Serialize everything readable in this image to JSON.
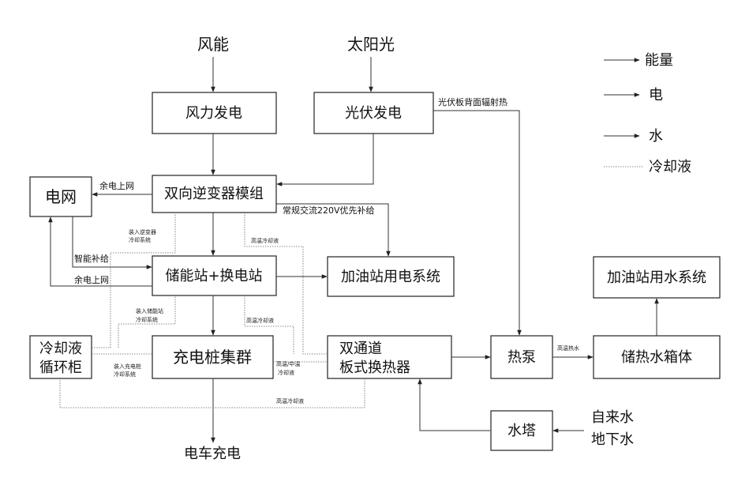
{
  "sources": {
    "wind": "风能",
    "sun": "太阳光",
    "tap_water": "自来水",
    "ground_water": "地下水",
    "ev_charging": "电车充电"
  },
  "boxes": {
    "wind_power": "风力发电",
    "pv_power": "光伏发电",
    "inverter": "双向逆变器模组",
    "grid": "电网",
    "storage_swap": "储能站+换电站",
    "station_power": "加油站用电系统",
    "station_water": "加油站用水系统",
    "cooling_cabinet_line1": "冷却液",
    "cooling_cabinet_line2": "循环柜",
    "charger_cluster": "充电桩集群",
    "heat_exchanger_line1": "双通道",
    "heat_exchanger_line2": "板式换热器",
    "heat_pump": "热泵",
    "storage_tank": "储热水箱体",
    "water_tower": "水塔"
  },
  "labels": {
    "pv_back_heat": "光伏板背面辐射热",
    "surplus_to_grid_1": "余电上网",
    "smart_supply": "智能补给",
    "surplus_to_grid_2": "余电上网",
    "ac_220v": "常规交流220V优先补给",
    "into_inverter_cooling_1": "装入逆变器",
    "into_inverter_cooling_2": "冷却系统",
    "into_storage_cooling_1": "装入储能站",
    "into_storage_cooling_2": "冷却系统",
    "into_charger_cooling_1": "装入充电桩",
    "into_charger_cooling_2": "冷却系统",
    "high_temp_coolant_1": "高温冷却液",
    "high_temp_coolant_2": "高温冷却液",
    "high_mid_temp_1": "高温/中温",
    "high_mid_temp_2": "冷却液",
    "high_temp_coolant_3": "高温冷却液",
    "hot_water": "高温热水"
  },
  "legend": {
    "energy": "能量",
    "electric": "电",
    "water": "水",
    "coolant": "冷却液"
  }
}
